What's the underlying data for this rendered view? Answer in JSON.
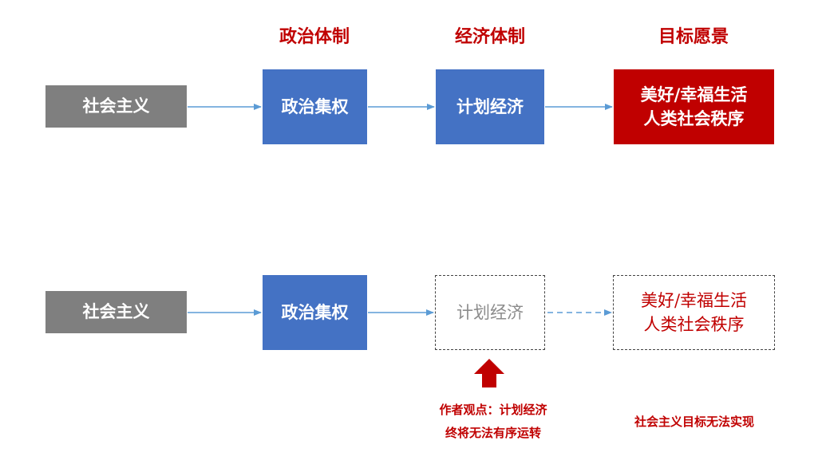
{
  "headers": {
    "political": "政治体制",
    "economic": "经济体制",
    "goal": "目标愿景"
  },
  "row1": {
    "socialism": "社会主义",
    "political_centralization": "政治集权",
    "planned_economy": "计划经济",
    "goal_line1": "美好/幸福生活",
    "goal_line2": "人类社会秩序"
  },
  "row2": {
    "socialism": "社会主义",
    "political_centralization": "政治集权",
    "planned_economy": "计划经济",
    "goal_line1": "美好/幸福生活",
    "goal_line2": "人类社会秩序"
  },
  "notes": {
    "author_view_line1": "作者观点：计划经济",
    "author_view_line2": "终将无法有序运转",
    "goal_unreachable": "社会主义目标无法实现"
  },
  "colors": {
    "gray": "#7f7f7f",
    "blue": "#4472c4",
    "red": "#c00000",
    "arrow": "#5b9bd5"
  }
}
